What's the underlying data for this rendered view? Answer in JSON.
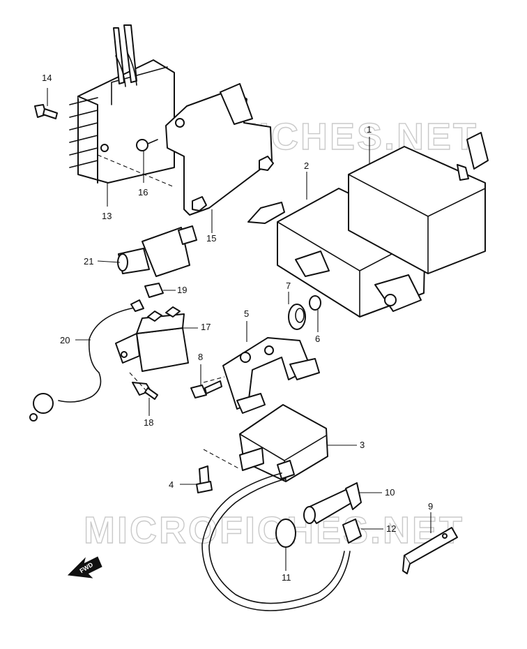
{
  "watermark_text": "MICROFICHES.NET",
  "fwd_label": "FWD",
  "callouts": {
    "c1": "1",
    "c2": "2",
    "c3": "3",
    "c4": "4",
    "c5": "5",
    "c6": "6",
    "c7": "7",
    "c8": "8",
    "c9": "9",
    "c10": "10",
    "c11": "11",
    "c12": "12",
    "c13": "13",
    "c14": "14",
    "c15": "15",
    "c16": "16",
    "c17": "17",
    "c18": "18",
    "c19": "19",
    "c20": "20",
    "c21": "21"
  }
}
